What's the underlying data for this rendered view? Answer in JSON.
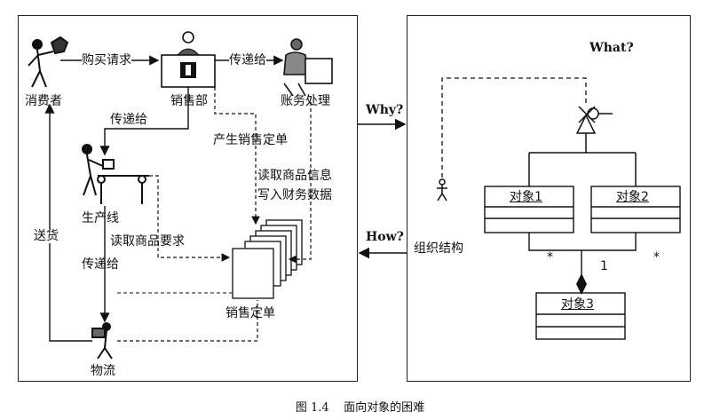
{
  "left_panel": {
    "consumer": "消费者",
    "purchase_request": "购买请求",
    "sales_dept": "销售部",
    "pass_to_1": "传递给",
    "accounting": "账务处理",
    "pass_to_2": "传递给",
    "generate_order": "产生销售定单",
    "read_info_line1": "读取商品信息",
    "read_info_line2": "写入财务数据",
    "production_line": "生产线",
    "delivery": "送货",
    "read_requirements": "读取商品要求",
    "pass_to_3": "传递给",
    "sales_order": "销售定单",
    "logistics": "物流"
  },
  "arrows": {
    "why": "Why?",
    "how": "How?"
  },
  "right_panel": {
    "what": "What?",
    "org_structure": "组织结构",
    "object1": "对象1",
    "object2": "对象2",
    "object3": "对象3",
    "mult_left": "*",
    "mult_one": "1",
    "mult_right": "*"
  },
  "caption": {
    "figure_no": "图 1.4",
    "title": "面向对象的困难"
  }
}
